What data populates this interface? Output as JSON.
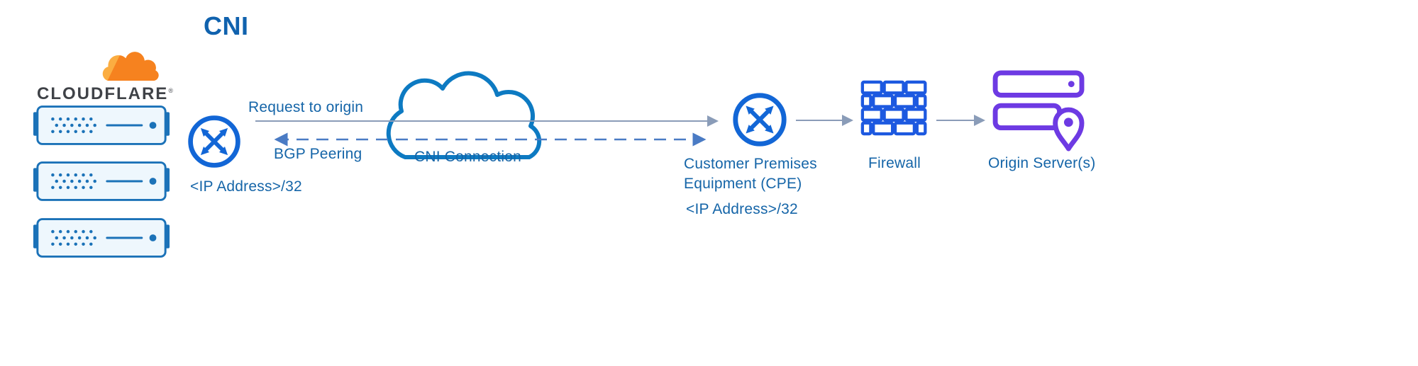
{
  "title": "CNI",
  "brand": {
    "wordmark": "CLOUDFLARE",
    "registered_mark": "®"
  },
  "labels": {
    "cni_router_ip": "<IP Address>/32",
    "request_to_origin": "Request to origin",
    "bgp_peering": "BGP Peering",
    "cni_connection": "CNI Connection",
    "cpe_line1": "Customer Premises",
    "cpe_line2": "Equipment (CPE)",
    "cpe_ip": "<IP Address>/32",
    "firewall": "Firewall",
    "origin": "Origin Server(s)"
  },
  "colors": {
    "label_blue": "#1565a8",
    "title_blue": "#1062ae",
    "router_blue": "#1266d6",
    "cloud_stroke": "#0d7ac2",
    "firewall_blue": "#1d59e0",
    "origin_purple": "#6d3ae3",
    "solid_line": "#8a9cb8",
    "dashed_line": "#4a7bc4",
    "brand_orange": "#f6821f",
    "brand_orange_light": "#fbad41",
    "server_blue": "#1b72b8",
    "wordmark_dark": "#3f4247"
  },
  "icons": {
    "cloudflare_cloud": "orange brand cloud",
    "server": "edge server rack unit",
    "router": "circle with crossed exchange arrows",
    "network_cloud": "outlined cloud",
    "firewall": "brick wall",
    "origin_server": "server racks with location pin"
  }
}
